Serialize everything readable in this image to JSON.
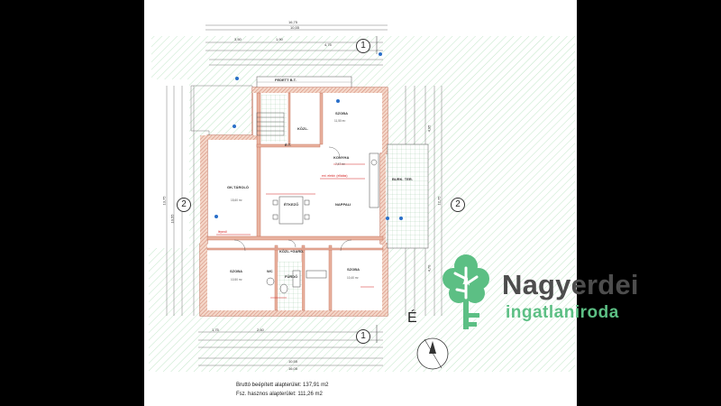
{
  "rooms": {
    "fedett": "FEDETT B.T.",
    "kozl_top": "KÖZL.",
    "szoba_top": "SZOBA",
    "et": "É.T.",
    "gktarolo": "GK.TÁROLÓ",
    "konyha": "KONYHA",
    "etkezo": "ÉTKEZŐ",
    "nappali": "NAPPALI",
    "burk_terasz": "BURK. TER.",
    "kozl_gard": "KÖZL.+GARD.",
    "szoba_left": "SZOBA",
    "szoba_right": "SZOBA",
    "wc": "WC",
    "furdo": "FÜRDŐ"
  },
  "room_details": {
    "szoba_top_area": "11,50 m²",
    "konyha_area": "7,47 m²",
    "gktarolo_area": "15,60 m²",
    "szoba_left_area": "10,50 m²",
    "szoba_right_area": "10,40 m²"
  },
  "annotations": {
    "ext_elect": "ext. elektr. (ellátás)",
    "fuveg": "lépcső"
  },
  "dimensions": {
    "top_total": "16,75",
    "top_sub": "10,55",
    "bottom_total": "16,05",
    "bottom_sub": "10,55",
    "top_a": "3,50",
    "top_b": "1,90",
    "top_c": "4,75",
    "bot_a": "1,75",
    "bot_b": "2,60",
    "left_a": "13,75",
    "left_b": "10,55",
    "right_a": "12,75",
    "right_b": "4,95",
    "right_c": "4,70"
  },
  "axis_marks": {
    "left": "2",
    "right": "2",
    "top": "1",
    "bottom": "1"
  },
  "north_label": "É",
  "brand": {
    "name": "Nagyerdei",
    "sub": "ingatlaniroda"
  },
  "colors": {
    "brand_dark": "#4d4d4d",
    "brand_green": "#5cbf84",
    "wall": "#d89a88",
    "hatch": "#9ed8a8"
  },
  "footnotes": {
    "line1": "Bruttó beépített alapterület: 137,91 m2",
    "line2": "Fsz. hasznos alapterület: 111,26 m2"
  }
}
